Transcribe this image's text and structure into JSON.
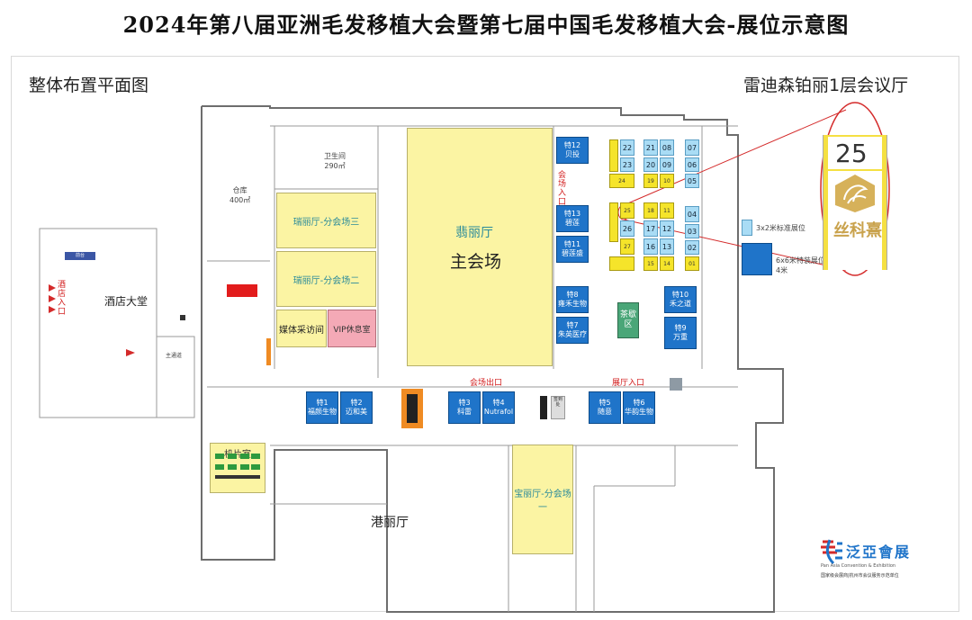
{
  "title": "2024年第八届亚洲毛发移植大会暨第七届中国毛发移植大会-展位示意图",
  "left_subtitle": "整体布置平面图",
  "right_subtitle": "雷迪森铂丽1层会议厅",
  "areas": {
    "restroom": "卫生间",
    "restroom_area": "290㎡",
    "warehouse": "仓库",
    "warehouse_area": "400㎡",
    "hotel_entrance": "酒店入口",
    "hotel_lobby": "酒店大堂",
    "main_corridor": "主通道",
    "sub_hall_3": "瑞丽厅-分会场三",
    "sub_hall_2": "瑞丽厅-分会场二",
    "media_room": "媒体采访间",
    "vip_room": "VIP休息室",
    "main_hall_name": "翡丽厅",
    "main_hall_label": "主会场",
    "venue_entrance": "会场入口",
    "venue_exit": "会场出口",
    "exhibition_entrance": "展厅入口",
    "tea_area": "茶歇区",
    "port_hall": "港丽厅",
    "bao_hall": "宝丽厅-分会场一",
    "checkin": "签到处",
    "film_hall": "机片室"
  },
  "legend": {
    "standard": "3x2米标准展位",
    "special": "6x6米特装展位，限高4米"
  },
  "booths_blue": [
    {
      "id": "特12",
      "name": "贝投"
    },
    {
      "id": "特13",
      "name": "碧莲"
    },
    {
      "id": "特11",
      "name": "碧莲盛"
    },
    {
      "id": "特8",
      "name": "雍禾生物"
    },
    {
      "id": "特7",
      "name": "朱英医疗"
    },
    {
      "id": "特10",
      "name": "禾之道"
    },
    {
      "id": "特9",
      "name": "万重"
    },
    {
      "id": "特1",
      "name": "福颜生物"
    },
    {
      "id": "特2",
      "name": "迈和美"
    },
    {
      "id": "特3",
      "name": "科雷"
    },
    {
      "id": "特4",
      "name": "Nutrafol"
    },
    {
      "id": "特5",
      "name": "随意"
    },
    {
      "id": "特6",
      "name": "华韵生物"
    }
  ],
  "booths_std": [
    "22",
    "23",
    "24",
    "25",
    "26",
    "27",
    "21",
    "20",
    "19",
    "18",
    "17",
    "16",
    "15",
    "08",
    "09",
    "10",
    "11",
    "12",
    "13",
    "14",
    "07",
    "06",
    "05",
    "04",
    "03",
    "02",
    "01"
  ],
  "zoom": {
    "number": "25",
    "brand": "丝科熹"
  },
  "logo": {
    "name": "泛亞會展",
    "en": "Pan Asia Convention & Exhibition",
    "desc": "国家级会展商|杭州市会议服务示范单位"
  }
}
